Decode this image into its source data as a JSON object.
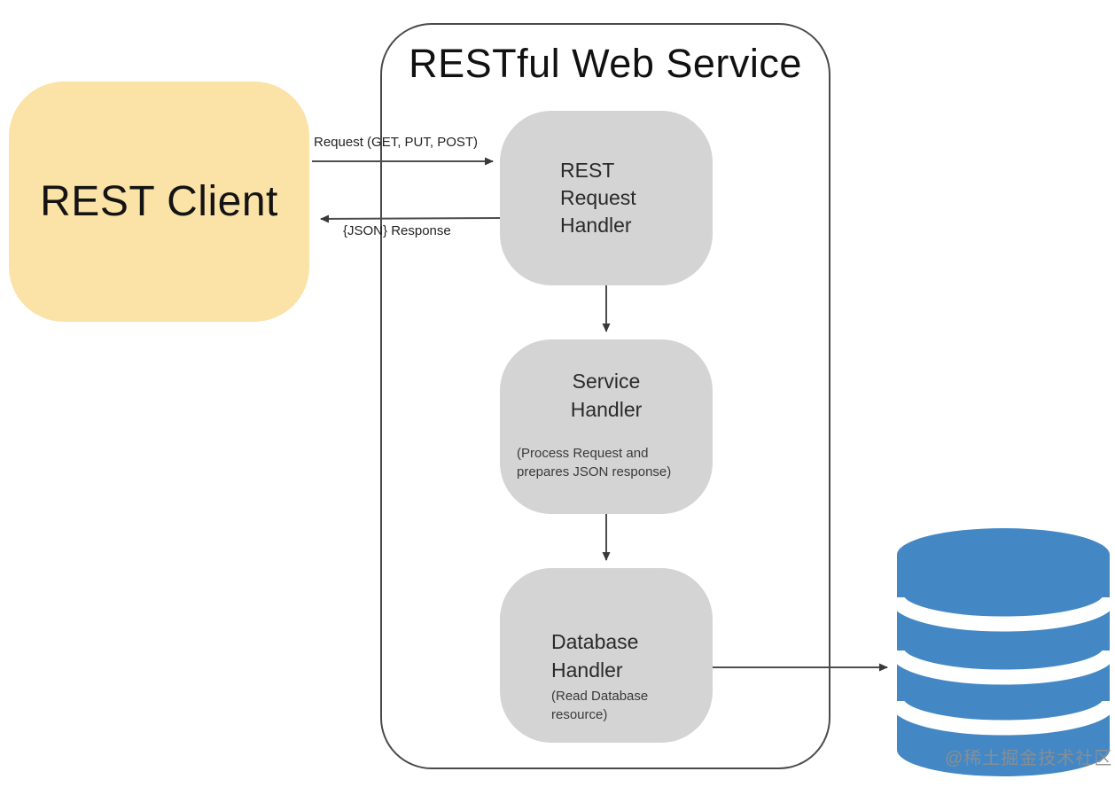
{
  "diagram": {
    "title": "RESTful Web Service",
    "nodes": {
      "client": {
        "label": "REST Client"
      },
      "request_handler": {
        "line1": "REST",
        "line2": "Request",
        "line3": "Handler"
      },
      "service_handler": {
        "line1": "Service",
        "line2": "Handler",
        "note_line1": "(Process Request and",
        "note_line2": "prepares JSON response)"
      },
      "database_handler": {
        "line1": "Database",
        "line2": "Handler",
        "note_line1": "(Read Database",
        "note_line2": "resource)"
      },
      "database": {
        "icon": "database-cylinder-icon"
      }
    },
    "edges": {
      "request": {
        "label": "Request (GET, PUT, POST)",
        "from": "REST Client",
        "to": "REST Request Handler"
      },
      "response": {
        "label": "{JSON} Response",
        "from": "REST Request Handler",
        "to": "REST Client"
      },
      "flow1": {
        "label": "",
        "from": "REST Request Handler",
        "to": "Service Handler"
      },
      "flow2": {
        "label": "",
        "from": "Service Handler",
        "to": "Database Handler"
      },
      "db_read": {
        "label": "",
        "from": "Database Handler",
        "to": "Database"
      }
    },
    "colors": {
      "client_fill": "#FBE2A6",
      "handler_fill": "#D4D4D4",
      "database_blue": "#4388C5",
      "container_outline": "#4A4A4A",
      "arrow": "#4D4D4D",
      "text": "#1C1C1C",
      "watermark_gray": "#8F8F8F"
    }
  },
  "watermark": "@稀土掘金技术社区"
}
